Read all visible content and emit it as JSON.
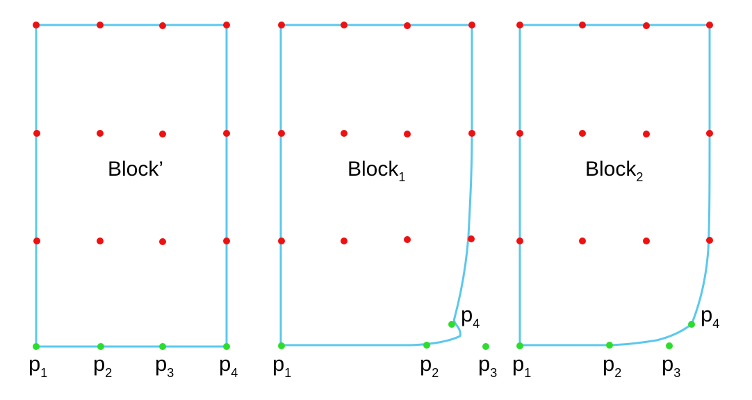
{
  "colors": {
    "outline": "#5bc8ec",
    "interior_point": "#ee1111",
    "boundary_point": "#2edc2e",
    "text": "#000000"
  },
  "panels": [
    {
      "id": "block-prime",
      "title": {
        "base": "Block",
        "suffix": "’",
        "subscript": ""
      },
      "labels": [
        {
          "base": "p",
          "sub": "1"
        },
        {
          "base": "p",
          "sub": "2"
        },
        {
          "base": "p",
          "sub": "3"
        },
        {
          "base": "p",
          "sub": "4"
        }
      ]
    },
    {
      "id": "block-1",
      "title": {
        "base": "Block",
        "suffix": "",
        "subscript": "1"
      },
      "labels": [
        {
          "base": "p",
          "sub": "1"
        },
        {
          "base": "p",
          "sub": "2"
        },
        {
          "base": "p",
          "sub": "3"
        },
        {
          "base": "p",
          "sub": "4"
        }
      ]
    },
    {
      "id": "block-2",
      "title": {
        "base": "Block",
        "suffix": "",
        "subscript": "2"
      },
      "labels": [
        {
          "base": "p",
          "sub": "1"
        },
        {
          "base": "p",
          "sub": "2"
        },
        {
          "base": "p",
          "sub": "3"
        },
        {
          "base": "p",
          "sub": "4"
        }
      ]
    }
  ]
}
